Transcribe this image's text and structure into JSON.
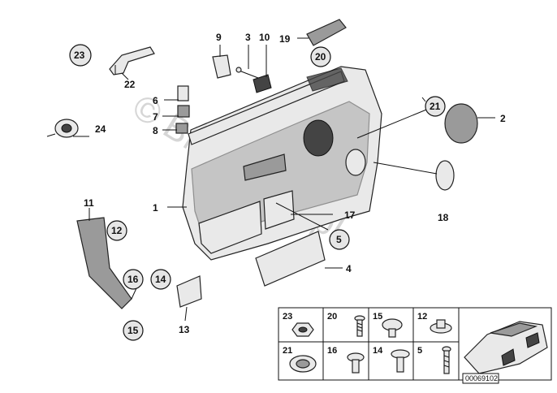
{
  "watermark": "© BMWstore.pl",
  "diagram_code": "00069102",
  "callouts": [
    {
      "id": "c1",
      "text": "1",
      "circled": false
    },
    {
      "id": "c2",
      "text": "2",
      "circled": false
    },
    {
      "id": "c3",
      "text": "3",
      "circled": false
    },
    {
      "id": "c4",
      "text": "4",
      "circled": false
    },
    {
      "id": "c5",
      "text": "5",
      "circled": true
    },
    {
      "id": "c6",
      "text": "6",
      "circled": false
    },
    {
      "id": "c7",
      "text": "7",
      "circled": false
    },
    {
      "id": "c8",
      "text": "8",
      "circled": false
    },
    {
      "id": "c9",
      "text": "9",
      "circled": false
    },
    {
      "id": "c10",
      "text": "10",
      "circled": false
    },
    {
      "id": "c11",
      "text": "11",
      "circled": false
    },
    {
      "id": "c12",
      "text": "12",
      "circled": true
    },
    {
      "id": "c13",
      "text": "13",
      "circled": false
    },
    {
      "id": "c14",
      "text": "14",
      "circled": true
    },
    {
      "id": "c15",
      "text": "15",
      "circled": true
    },
    {
      "id": "c16",
      "text": "16",
      "circled": true
    },
    {
      "id": "c17",
      "text": "17",
      "circled": false
    },
    {
      "id": "c18",
      "text": "18",
      "circled": false
    },
    {
      "id": "c19",
      "text": "19",
      "circled": false
    },
    {
      "id": "c20",
      "text": "20",
      "circled": true
    },
    {
      "id": "c21",
      "text": "21",
      "circled": true
    },
    {
      "id": "c22",
      "text": "22",
      "circled": false
    },
    {
      "id": "c23",
      "text": "23",
      "circled": true
    },
    {
      "id": "c24",
      "text": "24",
      "circled": false
    }
  ],
  "legend_table": {
    "rows": [
      [
        "23",
        "20",
        "15",
        "12"
      ],
      [
        "21",
        "16",
        "14",
        "5"
      ]
    ]
  }
}
